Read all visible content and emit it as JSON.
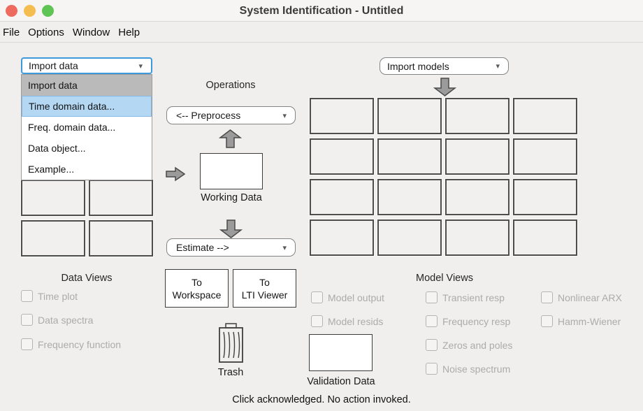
{
  "window": {
    "title": "System Identification - Untitled"
  },
  "menu": {
    "items": [
      "File",
      "Options",
      "Window",
      "Help"
    ]
  },
  "data_panel": {
    "combo_value": "Import data",
    "dropdown_options": [
      "Import data",
      "Time domain data...",
      "Freq. domain data...",
      "Data object...",
      "Example..."
    ],
    "views_title": "Data Views",
    "view_options": [
      "Time plot",
      "Data spectra",
      "Frequency function"
    ]
  },
  "operations": {
    "title": "Operations",
    "preprocess_label": "<-- Preprocess",
    "estimate_label": "Estimate -->",
    "working_data_label": "Working Data",
    "validation_data_label": "Validation Data",
    "trash_label": "Trash",
    "to_workspace": {
      "line1": "To",
      "line2": "Workspace"
    },
    "to_lti_viewer": {
      "line1": "To",
      "line2": "LTI Viewer"
    }
  },
  "model_panel": {
    "combo_value": "Import models",
    "views_title": "Model Views",
    "view_options_col1": [
      "Model output",
      "Model resids"
    ],
    "view_options_col2": [
      "Transient resp",
      "Frequency resp",
      "Zeros and poles",
      "Noise spectrum"
    ],
    "view_options_col3": [
      "Nonlinear ARX",
      "Hamm-Wiener"
    ]
  },
  "status_bar": {
    "message": "Click acknowledged. No action invoked."
  },
  "icons": {
    "combo_arrow": "▾"
  },
  "colors": {
    "focus_border": "#3e99da",
    "dropdown_selected_bg": "#bababa",
    "dropdown_highlight_bg": "#b4d8f4",
    "box_border": "#4d4d4d",
    "traffic_red": "#ee6a5f",
    "traffic_yellow": "#f5bd4f",
    "traffic_green": "#5ec454"
  }
}
